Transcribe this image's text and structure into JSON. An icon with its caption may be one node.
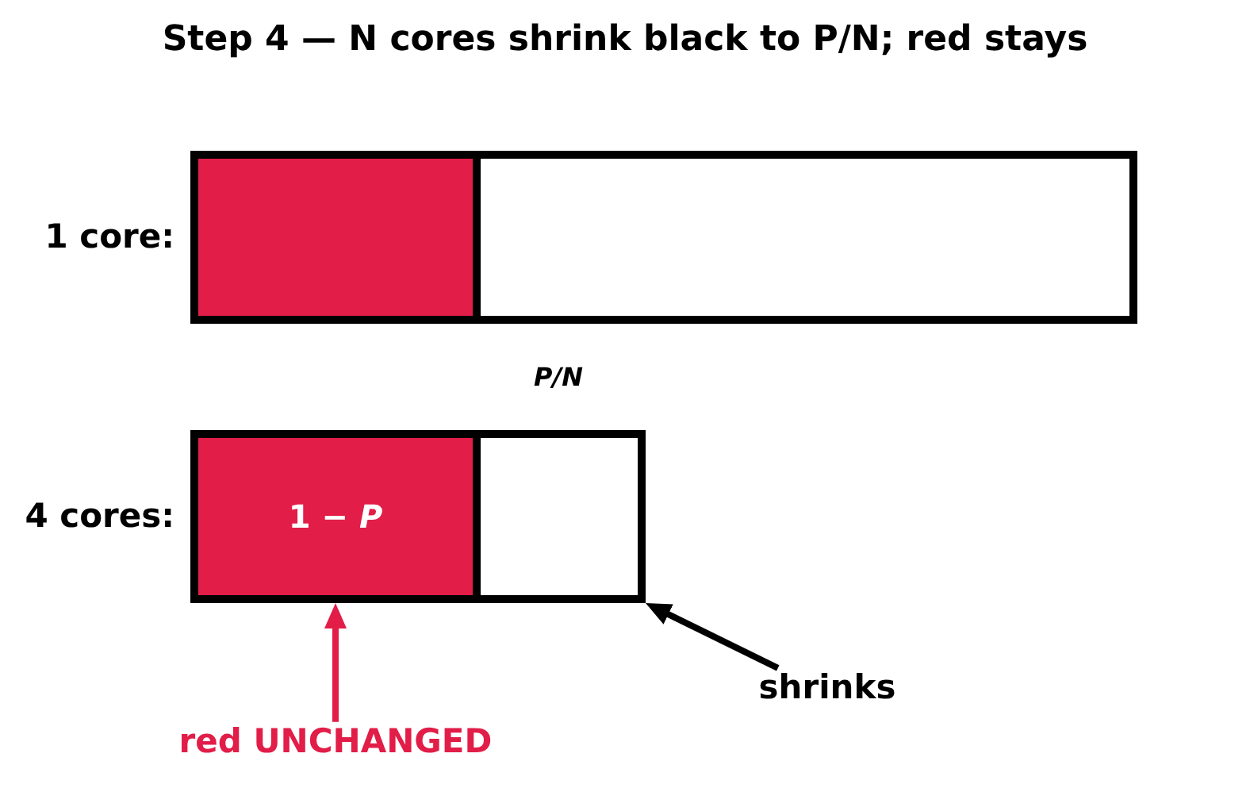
{
  "diagram": {
    "title": "Step 4 — N cores shrink black to P/N; red stays",
    "nodes": [
      {
        "text": [],
        "shape": "bar"
      },
      {
        "text": [],
        "shape": "bar"
      },
      {
        "text": [
          "1 − *P*"
        ]
      },
      {
        "text": [],
        "shape": "bar",
        "beside": [
          "P/N"
        ]
      },
      {
        "text": [
          "red UNCHANGED"
        ]
      },
      {
        "text": [
          "shrinks"
        ]
      }
    ],
    "edges": [
      {
        "from": 4,
        "to": 2,
        "arrow": "to",
        "color": "#e11d48"
      },
      {
        "from": 5,
        "to": 3,
        "arrow": "to",
        "color": "#000000"
      }
    ],
    "labels": [
      "1 core:",
      "4 cores:"
    ]
  }
}
